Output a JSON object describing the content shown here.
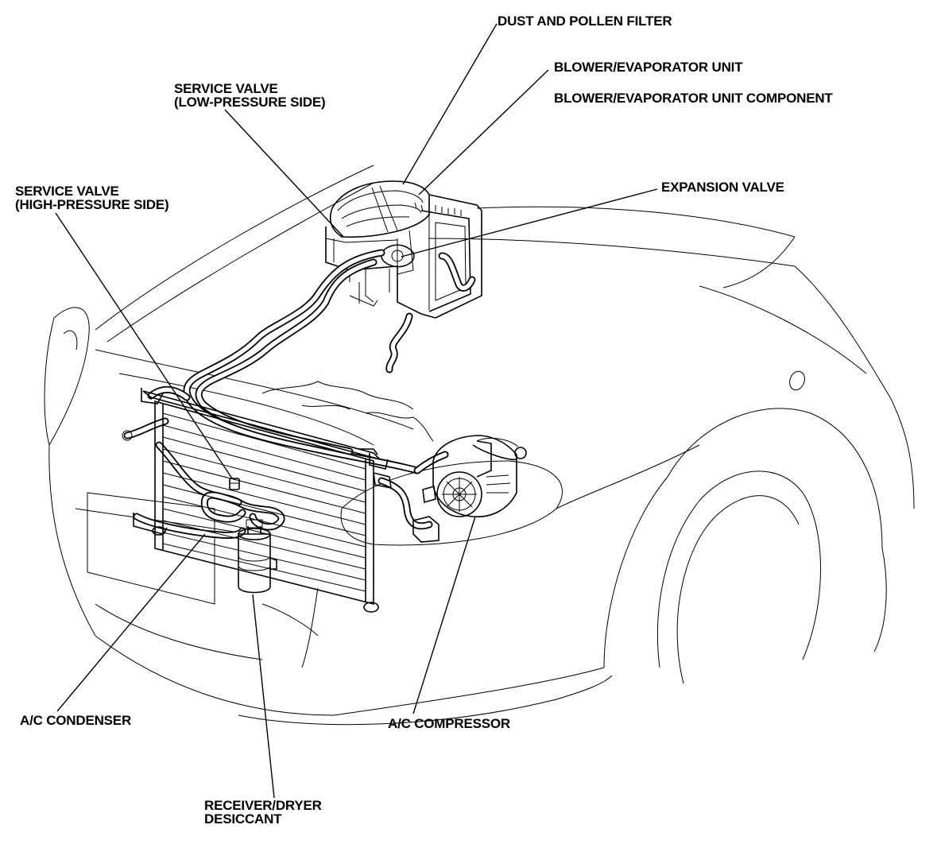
{
  "labels": {
    "dust_pollen_filter": "DUST AND POLLEN FILTER",
    "blower_evaporator_unit": "BLOWER/EVAPORATOR UNIT",
    "blower_evaporator_component": "BLOWER/EVAPORATOR UNIT COMPONENT",
    "service_valve_low_line1": "SERVICE VALVE",
    "service_valve_low_line2": "(LOW-PRESSURE SIDE)",
    "service_valve_high_line1": "SERVICE VALVE",
    "service_valve_high_line2": "(HIGH-PRESSURE SIDE)",
    "expansion_valve": "EXPANSION VALVE",
    "ac_condenser": "A/C CONDENSER",
    "ac_compressor": "A/C COMPRESSOR",
    "receiver_dryer_line1": "RECEIVER/DRYER",
    "receiver_dryer_line2": "DESICCANT"
  },
  "colors": {
    "ink": "#000000",
    "background": "#ffffff"
  }
}
